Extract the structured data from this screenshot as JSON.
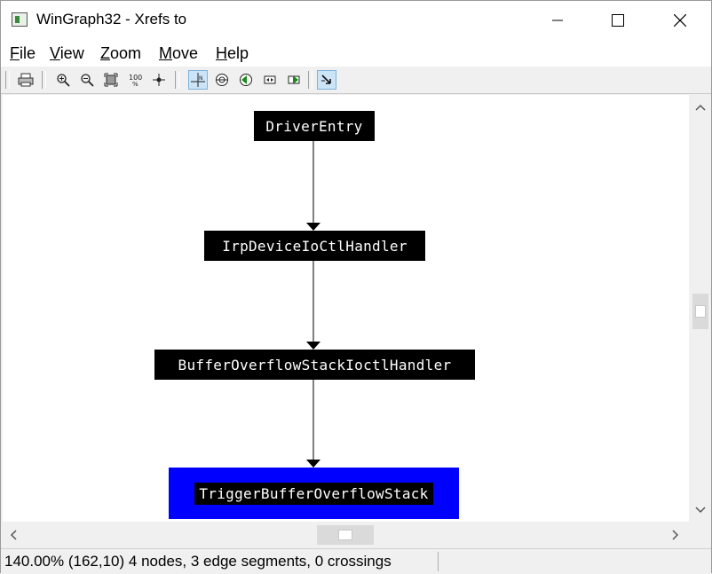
{
  "window": {
    "title": "WinGraph32 - Xrefs to"
  },
  "menu": {
    "items": [
      "File",
      "View",
      "Zoom",
      "Move",
      "Help"
    ]
  },
  "toolbar": {
    "buttons": [
      "print-icon",
      "zoom-in-icon",
      "zoom-out-icon",
      "fit-window-icon",
      "zoom-100-icon",
      "center-icon",
      "rubberband-icon",
      "navigate-icon",
      "move-left-icon",
      "move-icon",
      "move-right-icon",
      "select-icon"
    ],
    "zoom100_label": "100"
  },
  "graph": {
    "nodes": [
      {
        "label": "DriverEntry"
      },
      {
        "label": "IrpDeviceIoCtlHandler"
      },
      {
        "label": "BufferOverflowStackIoctlHandler"
      },
      {
        "label": "TriggerBufferOverflowStack",
        "selected": true
      }
    ],
    "selection_color": "#0000ff"
  },
  "status": {
    "zoom": "140.00%",
    "coords": "(162,10)",
    "summary": "4 nodes, 3 edge segments, 0 crossings"
  }
}
